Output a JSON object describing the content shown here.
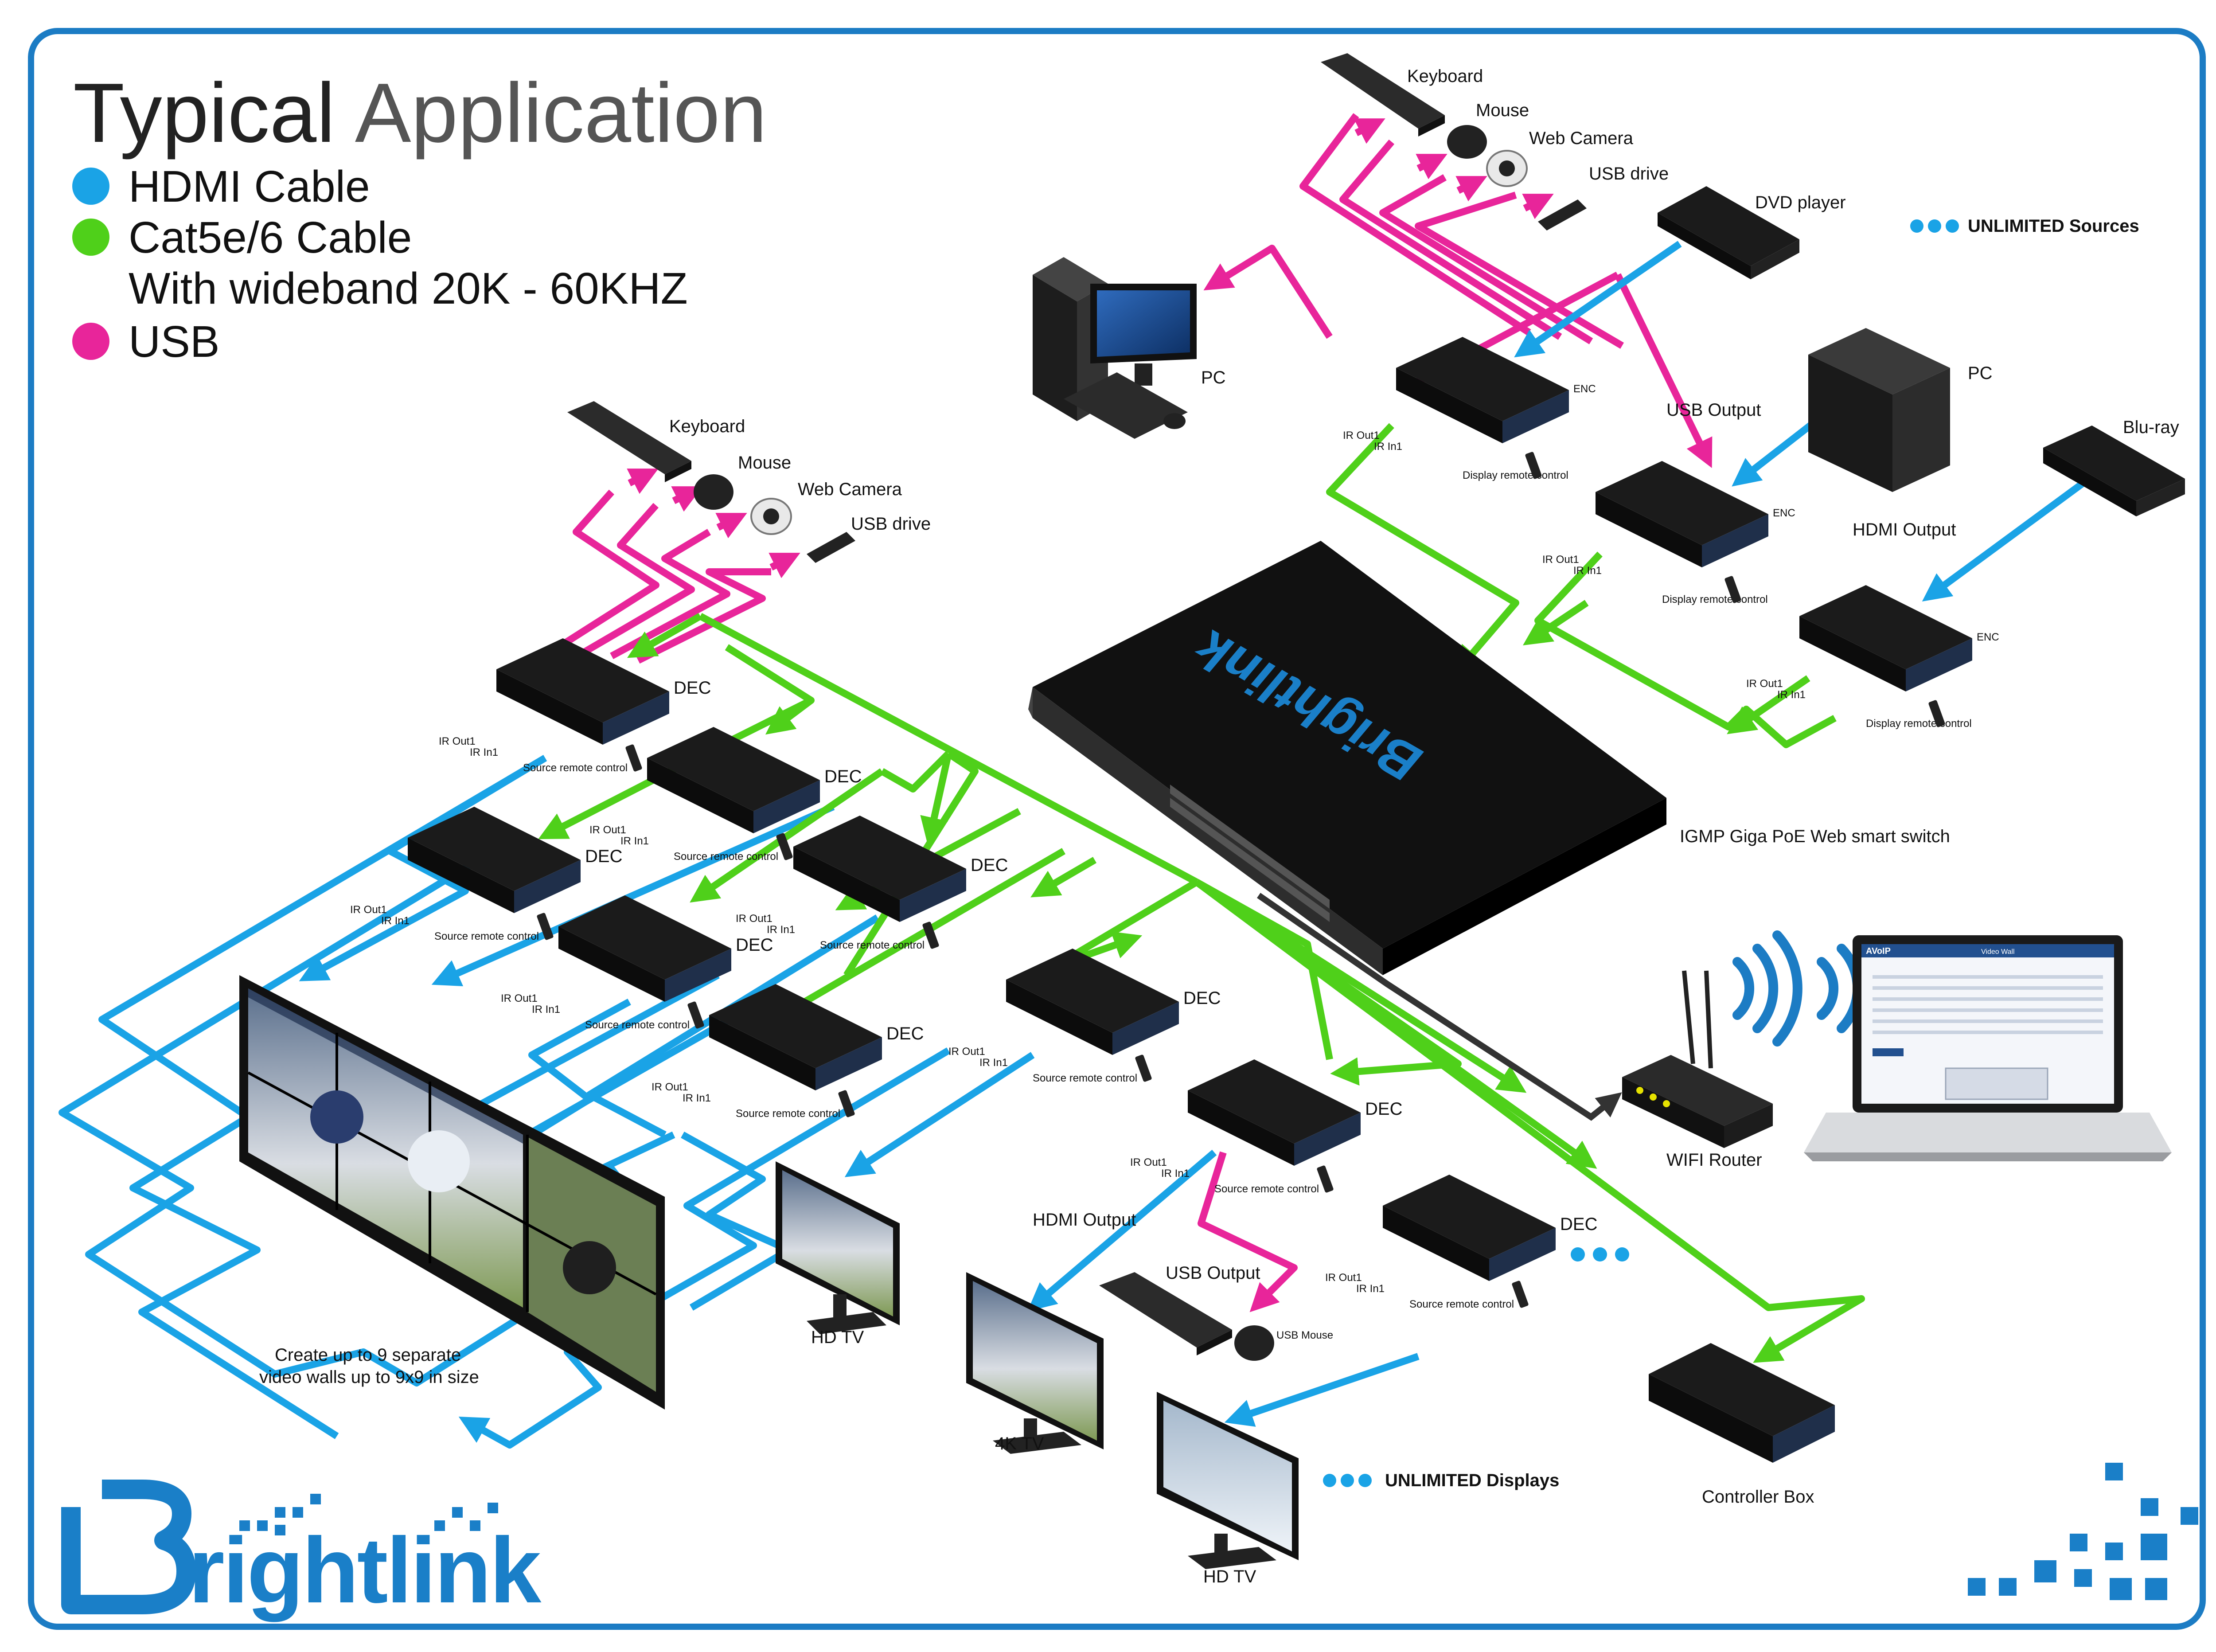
{
  "title": {
    "part1": "Typical",
    "part2": "Application"
  },
  "legend": [
    {
      "label": "HDMI Cable",
      "color": "#1aa3e6"
    },
    {
      "label": "Cat5e/6 Cable",
      "color": "#4fd01a"
    },
    {
      "label": "With wideband 20K - 60KHZ",
      "color": ""
    },
    {
      "label": "USB",
      "color": "#e8259a"
    }
  ],
  "colors": {
    "hdmi": "#1aa3e6",
    "cat": "#4fd01a",
    "usb": "#e8259a",
    "frame": "#1c7cc4",
    "brand": "#1a7fc8"
  },
  "brand": {
    "name": "Brightlink",
    "logo_text": "rightlink",
    "switch_logo": "Brightlink"
  },
  "top_sources": {
    "keyboard": "Keyboard",
    "mouse": "Mouse",
    "webcam": "Web Camera",
    "usb": "USB drive",
    "dvd": "DVD player",
    "pc_left": "PC",
    "pc_right": "PC",
    "bluray": "Blu-ray",
    "unlimited_sources": "UNLIMITED Sources",
    "usb_output": "USB Output",
    "hdmi_output": "HDMI Output"
  },
  "encoders": [
    {
      "tag": "ENC",
      "ir_out": "IR Out1",
      "ir_in": "IR In1",
      "remote": "Display remote control"
    },
    {
      "tag": "ENC",
      "ir_out": "IR Out1",
      "ir_in": "IR In1",
      "remote": "Display remote control"
    },
    {
      "tag": "ENC",
      "ir_out": "IR Out1",
      "ir_in": "IR In1",
      "remote": "Display remote control"
    }
  ],
  "left_peripherals": {
    "keyboard": "Keyboard",
    "mouse": "Mouse",
    "webcam": "Web Camera",
    "usb": "USB drive"
  },
  "decoders": [
    {
      "tag": "DEC",
      "ir_out": "IR Out1",
      "ir_in": "IR In1",
      "remote": "Source remote control"
    },
    {
      "tag": "DEC",
      "ir_out": "IR Out1",
      "ir_in": "IR In1",
      "remote": "Source remote control"
    },
    {
      "tag": "DEC",
      "ir_out": "IR Out1",
      "ir_in": "IR In1",
      "remote": "Source remote control"
    },
    {
      "tag": "DEC",
      "ir_out": "IR Out1",
      "ir_in": "IR In1",
      "remote": "Source remote control"
    },
    {
      "tag": "DEC",
      "ir_out": "IR Out1",
      "ir_in": "IR In1",
      "remote": "Source remote control"
    },
    {
      "tag": "DEC",
      "ir_out": "IR Out1",
      "ir_in": "IR In1",
      "remote": "Source remote control"
    },
    {
      "tag": "DEC",
      "ir_out": "IR Out1",
      "ir_in": "IR In1",
      "remote": "Source remote control"
    },
    {
      "tag": "DEC",
      "ir_out": "IR Out1",
      "ir_in": "IR In1",
      "remote": "Source remote control"
    },
    {
      "tag": "DEC",
      "ir_out": "IR Out1",
      "ir_in": "IR In1",
      "remote": "Source remote control"
    }
  ],
  "switch_label": "IGMP Giga PoE Web smart switch",
  "videowall_caption": {
    "line1": "Create up to 9 separate",
    "line2": "video walls up to 9x9 in size"
  },
  "displays": {
    "hd_tv_1": "HD TV",
    "tv_4k": "4K TV",
    "hd_tv_2": "HD TV"
  },
  "bottom_labels": {
    "hdmi_output": "HDMI Output",
    "usb_output": "USB Output",
    "usb_mouse": "USB Mouse",
    "unlimited_displays": "UNLIMITED Displays"
  },
  "network": {
    "router": "WIFI Router",
    "controller": "Controller Box",
    "laptop_app": "AVoIP",
    "laptop_window": "Video Wall"
  }
}
